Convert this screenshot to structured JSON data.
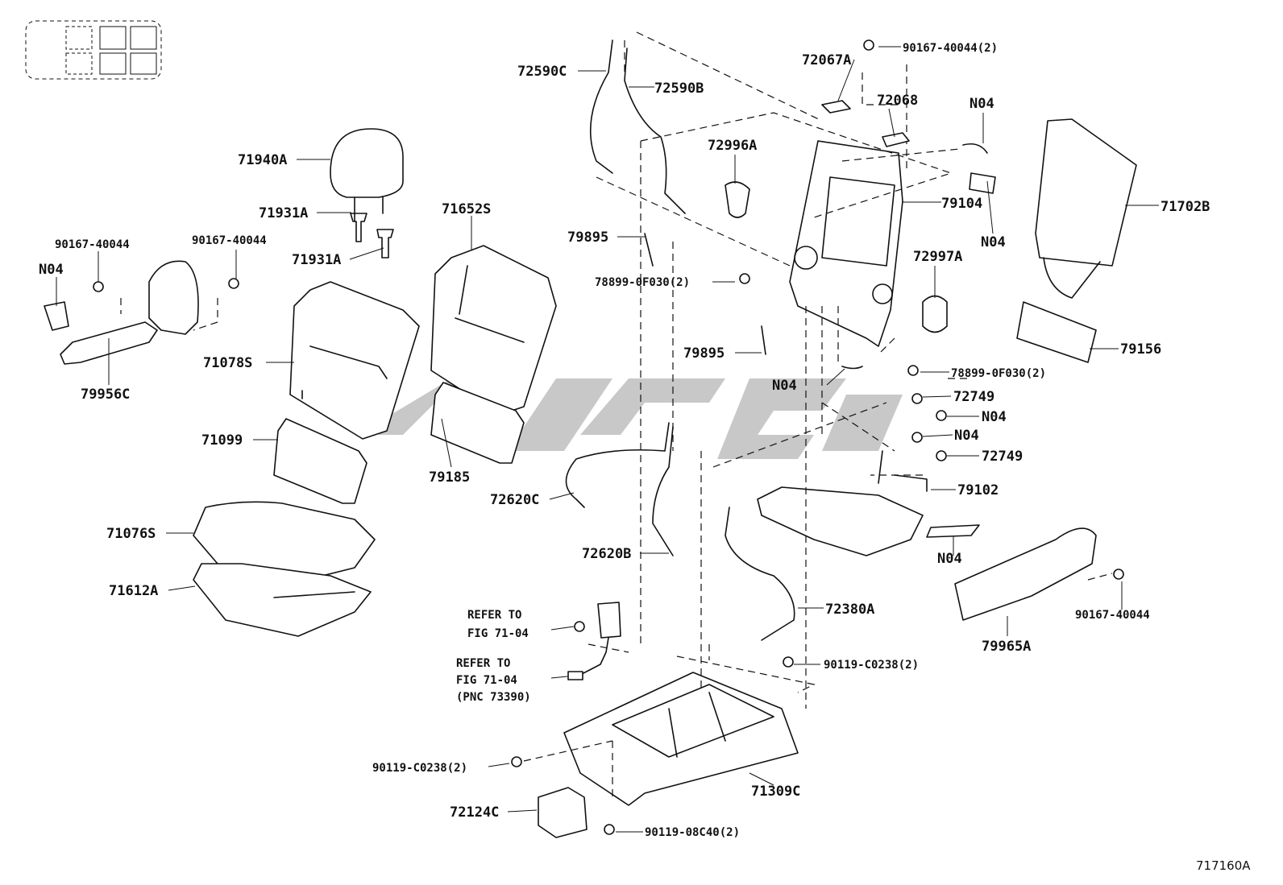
{
  "figure_id": "717160A",
  "labels": {
    "p72590C": "72590C",
    "p72590B": "72590B",
    "p72067A": "72067A",
    "p90167_40044_2_top": "90167-40044(2)",
    "p72068": "72068",
    "pN04_a": "N04",
    "p71940A": "71940A",
    "p72996A": "72996A",
    "p71652S": "71652S",
    "p71931A_a": "71931A",
    "p71931A_b": "71931A",
    "p79104": "79104",
    "pN04_b": "N04",
    "p71702B": "71702B",
    "p90167_40044_a": "90167-40044",
    "p90167_40044_b": "90167-40044",
    "pN04_c": "N04",
    "p79895_a": "79895",
    "p72997A": "72997A",
    "p78899_0F030_2_a": "78899-0F030(2)",
    "p71078S": "71078S",
    "p79956C": "79956C",
    "p79895_b": "79895",
    "p79156": "79156",
    "pN04_d": "N04",
    "p78899_0F030_2_b": "78899-0F030(2)",
    "p72749_a": "72749",
    "pN04_e": "N04",
    "pN04_f": "N04",
    "p72749_b": "72749",
    "p71099": "71099",
    "p79185": "79185",
    "p79102": "79102",
    "p72620C": "72620C",
    "pN04_g": "N04",
    "p71076S": "71076S",
    "p72620B": "72620B",
    "p71612A": "71612A",
    "p72380A": "72380A",
    "p90167_40044_c": "90167-40044",
    "p79965A": "79965A",
    "p90119_C0238_2_a": "90119-C0238(2)",
    "p90119_C0238_2_b": "90119-C0238(2)",
    "p71309C": "71309C",
    "p72124C": "72124C",
    "p90119_08C40_2": "90119-08C40(2)"
  },
  "references": {
    "ref1_line1": "REFER TO",
    "ref1_line2": "FIG 71-04",
    "ref2_line1": "REFER TO",
    "ref2_line2": "FIG 71-04",
    "ref2_line3": "(PNC 73390)"
  }
}
